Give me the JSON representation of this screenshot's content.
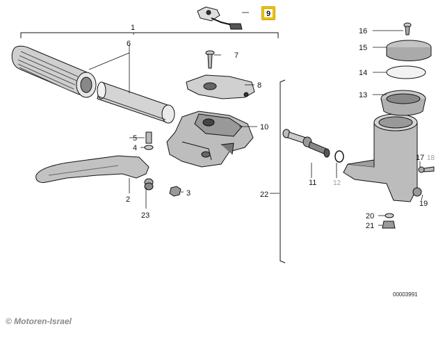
{
  "diagram": {
    "callouts": [
      "1",
      "2",
      "3",
      "4",
      "5",
      "6",
      "7",
      "8",
      "9",
      "10",
      "11",
      "12",
      "13",
      "14",
      "15",
      "16",
      "17",
      "18",
      "19",
      "20",
      "21",
      "22",
      "23"
    ],
    "highlighted_callout": "9",
    "drawing_number": "00003991",
    "watermark": "© Motoren-Israel"
  }
}
